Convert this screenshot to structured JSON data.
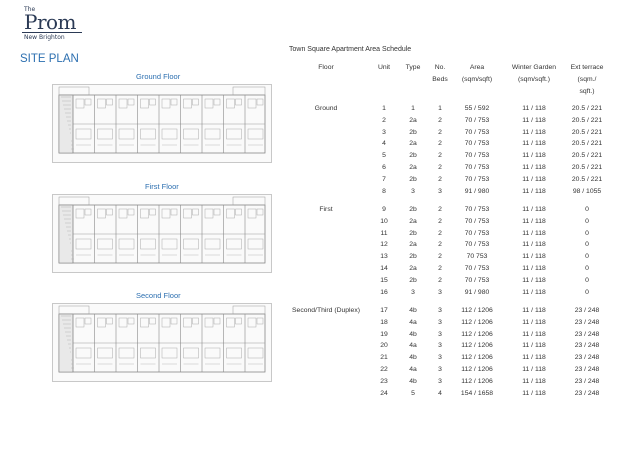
{
  "logo": {
    "the": "The",
    "brand": "Prom",
    "sub": "New Brighton"
  },
  "page": {
    "title": "SITE PLAN"
  },
  "plans": [
    {
      "label": "Ground Floor"
    },
    {
      "label": "First Floor"
    },
    {
      "label": "Second Floor"
    }
  ],
  "schedule": {
    "title": "Town Square Apartment Area Schedule",
    "headers": {
      "floor": "Floor",
      "unit": "Unit",
      "type": "Type",
      "beds_1": "No.",
      "beds_2": "Beds",
      "area_1": "Area",
      "area_2": "(sqm/sqft)",
      "garden_1": "Winter Garden",
      "garden_2": "(sqm/sqft.)",
      "terrace_1": "Ext terrace",
      "terrace_2": "(sqm./",
      "terrace_3": "sqft.)"
    },
    "groups": [
      {
        "floor": "Ground",
        "rows": [
          {
            "unit": "1",
            "type": "1",
            "beds": "1",
            "area": "55 / 592",
            "garden": "11 / 118",
            "terrace": "20.5 / 221"
          },
          {
            "unit": "2",
            "type": "2a",
            "beds": "2",
            "area": "70 / 753",
            "garden": "11 / 118",
            "terrace": "20.5 / 221"
          },
          {
            "unit": "3",
            "type": "2b",
            "beds": "2",
            "area": "70 / 753",
            "garden": "11 / 118",
            "terrace": "20.5 / 221"
          },
          {
            "unit": "4",
            "type": "2a",
            "beds": "2",
            "area": "70 / 753",
            "garden": "11 / 118",
            "terrace": "20.5 / 221"
          },
          {
            "unit": "5",
            "type": "2b",
            "beds": "2",
            "area": "70 / 753",
            "garden": "11 / 118",
            "terrace": "20.5 / 221"
          },
          {
            "unit": "6",
            "type": "2a",
            "beds": "2",
            "area": "70 / 753",
            "garden": "11 / 118",
            "terrace": "20.5 / 221"
          },
          {
            "unit": "7",
            "type": "2b",
            "beds": "2",
            "area": "70 / 753",
            "garden": "11 / 118",
            "terrace": "20.5 / 221"
          },
          {
            "unit": "8",
            "type": "3",
            "beds": "3",
            "area": "91 / 980",
            "garden": "11 / 118",
            "terrace": "98 / 1055"
          }
        ]
      },
      {
        "floor": "First",
        "rows": [
          {
            "unit": "9",
            "type": "2b",
            "beds": "2",
            "area": "70 / 753",
            "garden": "11 / 118",
            "terrace": "0"
          },
          {
            "unit": "10",
            "type": "2a",
            "beds": "2",
            "area": "70 / 753",
            "garden": "11 / 118",
            "terrace": "0"
          },
          {
            "unit": "11",
            "type": "2b",
            "beds": "2",
            "area": "70 / 753",
            "garden": "11 / 118",
            "terrace": "0"
          },
          {
            "unit": "12",
            "type": "2a",
            "beds": "2",
            "area": "70 / 753",
            "garden": "11 / 118",
            "terrace": "0"
          },
          {
            "unit": "13",
            "type": "2b",
            "beds": "2",
            "area": "70 753",
            "garden": "11 / 118",
            "terrace": "0"
          },
          {
            "unit": "14",
            "type": "2a",
            "beds": "2",
            "area": "70 / 753",
            "garden": "11 / 118",
            "terrace": "0"
          },
          {
            "unit": "15",
            "type": "2b",
            "beds": "2",
            "area": "70 / 753",
            "garden": "11 / 118",
            "terrace": "0"
          },
          {
            "unit": "16",
            "type": "3",
            "beds": "3",
            "area": "91 / 980",
            "garden": "11 / 118",
            "terrace": "0"
          }
        ]
      },
      {
        "floor": "Second/Third (Duplex)",
        "rows": [
          {
            "unit": "17",
            "type": "4b",
            "beds": "3",
            "area": "112 / 1206",
            "garden": "11 / 118",
            "terrace": "23 / 248"
          },
          {
            "unit": "18",
            "type": "4a",
            "beds": "3",
            "area": "112 / 1206",
            "garden": "11 / 118",
            "terrace": "23 / 248"
          },
          {
            "unit": "19",
            "type": "4b",
            "beds": "3",
            "area": "112 / 1206",
            "garden": "11 / 118",
            "terrace": "23 / 248"
          },
          {
            "unit": "20",
            "type": "4a",
            "beds": "3",
            "area": "112 / 1206",
            "garden": "11 / 118",
            "terrace": "23 / 248"
          },
          {
            "unit": "21",
            "type": "4b",
            "beds": "3",
            "area": "112 / 1206",
            "garden": "11 / 118",
            "terrace": "23 / 248"
          },
          {
            "unit": "22",
            "type": "4a",
            "beds": "3",
            "area": "112 / 1206",
            "garden": "11 / 118",
            "terrace": "23 / 248"
          },
          {
            "unit": "23",
            "type": "4b",
            "beds": "3",
            "area": "112 / 1206",
            "garden": "11 / 118",
            "terrace": "23 / 248"
          },
          {
            "unit": "24",
            "type": "5",
            "beds": "4",
            "area": "154 / 1658",
            "garden": "11 / 118",
            "terrace": "23 / 248"
          }
        ]
      }
    ]
  }
}
